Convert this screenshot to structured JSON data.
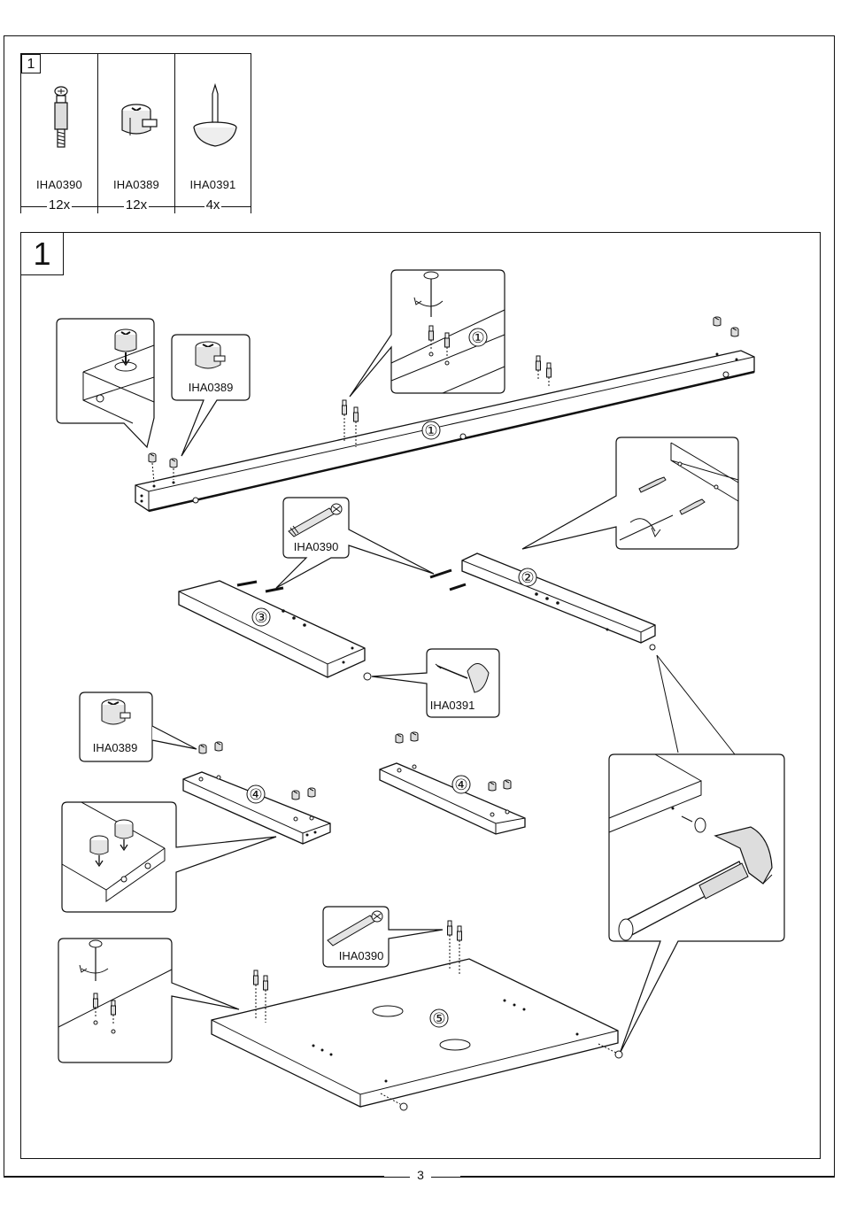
{
  "parts_table": {
    "step": "1",
    "parts": [
      {
        "code": "IHA0390",
        "qty": "12x",
        "icon": "dowel-screw-icon"
      },
      {
        "code": "IHA0389",
        "qty": "12x",
        "icon": "cam-lock-icon"
      },
      {
        "code": "IHA0391",
        "qty": "4x",
        "icon": "nail-glide-icon"
      }
    ]
  },
  "step": {
    "number": "1",
    "panels": {
      "p1": "①",
      "p2": "②",
      "p3": "③",
      "p4a": "④",
      "p4b": "④",
      "p5": "⑤"
    },
    "callouts": {
      "cam_top": "IHA0389",
      "cam_left": "IHA0389",
      "dowel_mid": "IHA0390",
      "dowel_bottom": "IHA0390",
      "glide": "IHA0391",
      "panel_ref_inset": "①"
    }
  },
  "footer": {
    "page": "3"
  }
}
